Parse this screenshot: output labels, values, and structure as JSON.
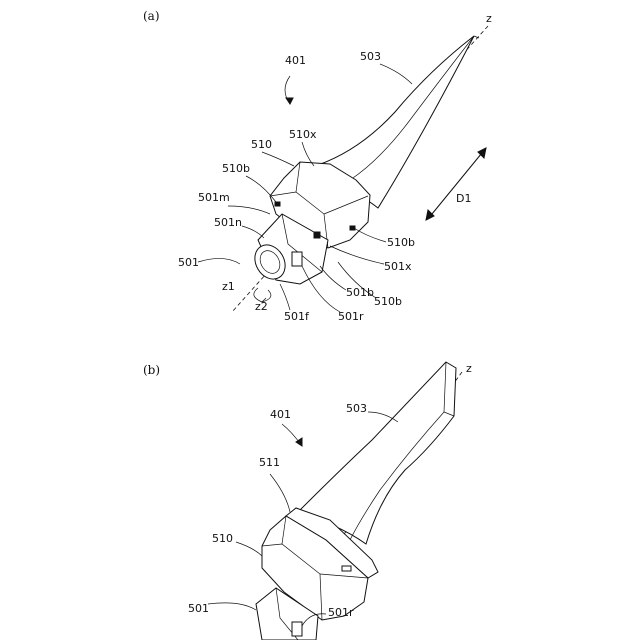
{
  "figure_a": {
    "panel_label": "(a)",
    "labels": {
      "tool": "401",
      "axis": "z",
      "blade": "503",
      "holder": "510",
      "holder_x": "510x",
      "holder_b_upper": "510b",
      "holder_b_right": "510b",
      "holder_b_lower": "510b",
      "shank_m": "501m",
      "shank_n": "501n",
      "shank": "501",
      "shank_x": "501x",
      "shank_b": "501b",
      "shank_f": "501f",
      "shank_r": "501r",
      "direction": "D1",
      "rot_1": "z1",
      "rot_2": "z2"
    }
  },
  "figure_b": {
    "panel_label": "(b)",
    "labels": {
      "tool": "401",
      "axis": "z",
      "blade": "503",
      "collar": "511",
      "holder": "510",
      "shank": "501",
      "shank_r": "501r"
    }
  }
}
